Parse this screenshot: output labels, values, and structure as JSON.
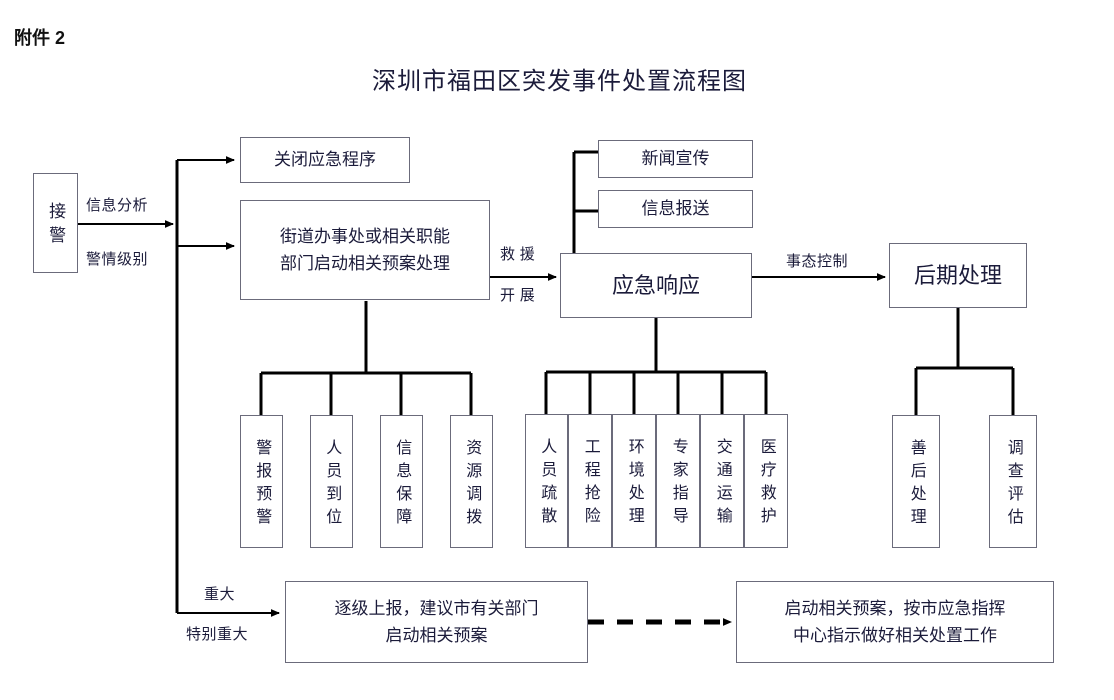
{
  "page": {
    "attachment_label": "附件 2",
    "title": "深圳市福田区突发事件处置流程图"
  },
  "nodes": {
    "intake": "接警",
    "close_procedure": "关闭应急程序",
    "street_office_l1": "街道办事处或相关职能",
    "street_office_l2": "部门启动相关预案处理",
    "news_publicity": "新闻宣传",
    "info_report": "信息报送",
    "emergency_response": "应急响应",
    "post_processing": "后期处理",
    "report_up_l1": "逐级上报，建议市有关部门",
    "report_up_l2": "启动相关预案",
    "city_plan_l1": "启动相关预案，按市应急指挥",
    "city_plan_l2": "中心指示做好相关处置工作"
  },
  "edge_labels": {
    "info_analysis": "信息分析",
    "alert_level": "警情级别",
    "rescue": "救 援",
    "deploy": "开 展",
    "situation_control": "事态控制",
    "major": "重大",
    "extra_major": "特别重大"
  },
  "groups": {
    "street_children": [
      "警报预警",
      "人员到位",
      "信息保障",
      "资源调拨"
    ],
    "response_children": [
      "人员疏散",
      "工程抢险",
      "环境处理",
      "专家指导",
      "交通运输",
      "医疗救护"
    ],
    "post_children": [
      "善后处理",
      "调查评估"
    ]
  },
  "colors": {
    "background": "#ffffff",
    "box_border": "#6b6b7b",
    "connector": "#000000",
    "text": "#1b1b3a"
  }
}
